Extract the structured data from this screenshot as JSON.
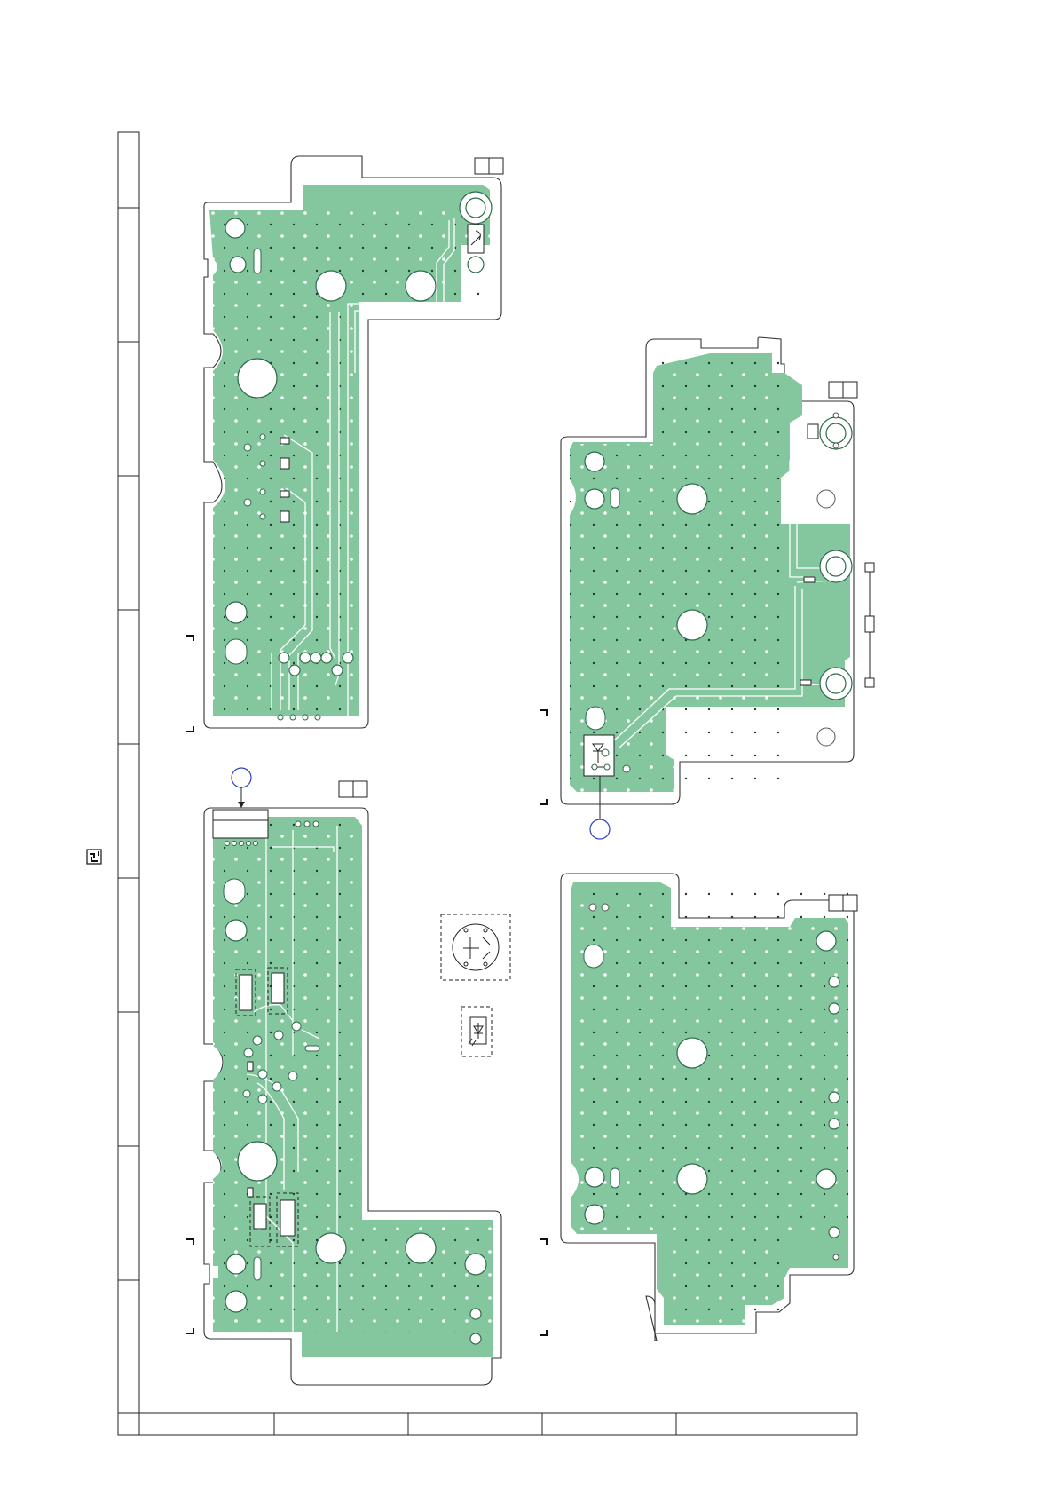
{
  "diagram": {
    "frame": {
      "row_separators": 10,
      "column_separators": 5
    },
    "boards": [
      {
        "id": "board-a",
        "has_label_box": true
      },
      {
        "id": "board-b",
        "has_label_box": true
      },
      {
        "id": "board-c",
        "has_label_box": true
      },
      {
        "id": "board-d",
        "has_label_box": true
      }
    ],
    "markers": [
      {
        "id": "connector-marker"
      },
      {
        "id": "led-marker"
      }
    ],
    "legend": [
      {
        "id": "switch-symbol"
      },
      {
        "id": "led-symbol"
      }
    ],
    "colors": {
      "copper": "#84c79f",
      "outline": "#333333",
      "marker": "#3040c0"
    },
    "icons": [
      "logo-icon",
      "switch-icon",
      "led-icon",
      "diode-icon"
    ]
  }
}
